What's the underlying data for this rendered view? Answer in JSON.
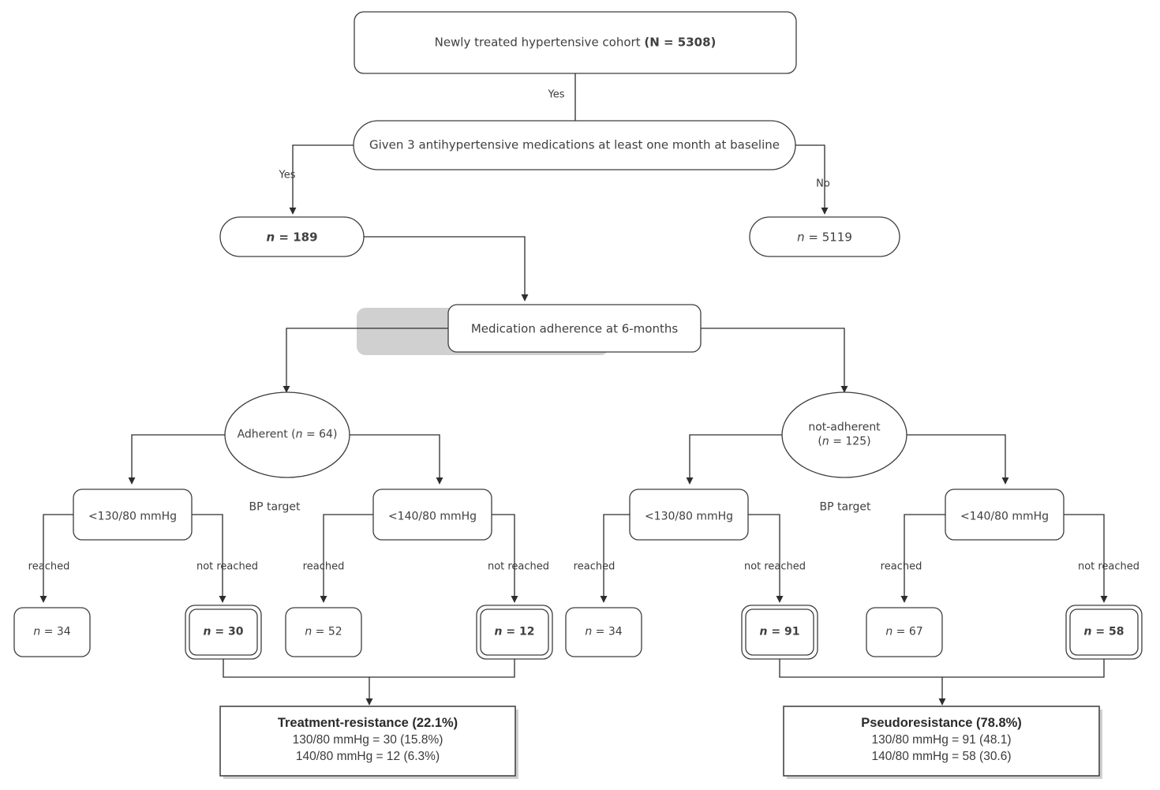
{
  "diagram": {
    "title": "Hypertension treatment-resistance flowchart",
    "colors": {
      "stroke": "#3d3d3d",
      "text": "#404040",
      "background": "#ffffff",
      "shadow": "#bdbdbd"
    },
    "nodes": {
      "cohort": {
        "label_plain": "Newly treated hypertensive cohort ",
        "label_bold": "(N = 5308)"
      },
      "criteria": {
        "label": "Given 3 antihypertensive medications at least one month at baseline"
      },
      "n189": {
        "prefix": "n",
        "label": " = 189"
      },
      "n5119": {
        "prefix": "n",
        "label": " = 5119"
      },
      "adherence": {
        "label": "Medication adherence at 6-months"
      },
      "adherent": {
        "label_plain": "Adherent (",
        "label_ital": "n",
        "label_tail": " = 64)"
      },
      "not_adherent": {
        "line1": "not-adherent",
        "ital": "n",
        "line2_tail": " = 125)",
        "line2_head": "("
      },
      "bp_target_left": {
        "label": "BP target"
      },
      "bp_target_right": {
        "label": "BP target"
      },
      "left_130": {
        "label": "<130/80 mmHg"
      },
      "left_140": {
        "label": "<140/80 mmHg"
      },
      "right_130": {
        "label": "<130/80 mmHg"
      },
      "right_140": {
        "label": "<140/80 mmHg"
      },
      "leaf_34a": {
        "prefix": "n",
        "label": " = 34",
        "emphasized": false
      },
      "leaf_30": {
        "prefix": "n",
        "label": " = 30",
        "emphasized": true
      },
      "leaf_52": {
        "prefix": "n",
        "label": " = 52",
        "emphasized": false
      },
      "leaf_12": {
        "prefix": "n",
        "label": " = 12",
        "emphasized": true
      },
      "leaf_34b": {
        "prefix": "n",
        "label": " = 34",
        "emphasized": false
      },
      "leaf_91": {
        "prefix": "n",
        "label": " = 91",
        "emphasized": true
      },
      "leaf_67": {
        "prefix": "n",
        "label": " = 67",
        "emphasized": false
      },
      "leaf_58": {
        "prefix": "n",
        "label": " = 58",
        "emphasized": true
      },
      "treatment_resistance": {
        "title": "Treatment-resistance (22.1%)",
        "line1": "130/80 mmHg = 30 (15.8%)",
        "line2": "140/80 mmHg = 12 (6.3%)"
      },
      "pseudoresistance": {
        "title": "Pseudoresistance (78.8%)",
        "line1": "130/80 mmHg = 91 (48.1)",
        "line2": "140/80 mmHg = 58 (30.6)"
      }
    },
    "edge_labels": {
      "cohort_yes": "Yes",
      "criteria_yes": "Yes",
      "criteria_no": "No",
      "r1": "reached",
      "nr1": "not reached",
      "r2": "reached",
      "nr2": "not reached",
      "r3": "reached",
      "nr3": "not reached",
      "r4": "reached",
      "nr4": "not reached"
    }
  }
}
